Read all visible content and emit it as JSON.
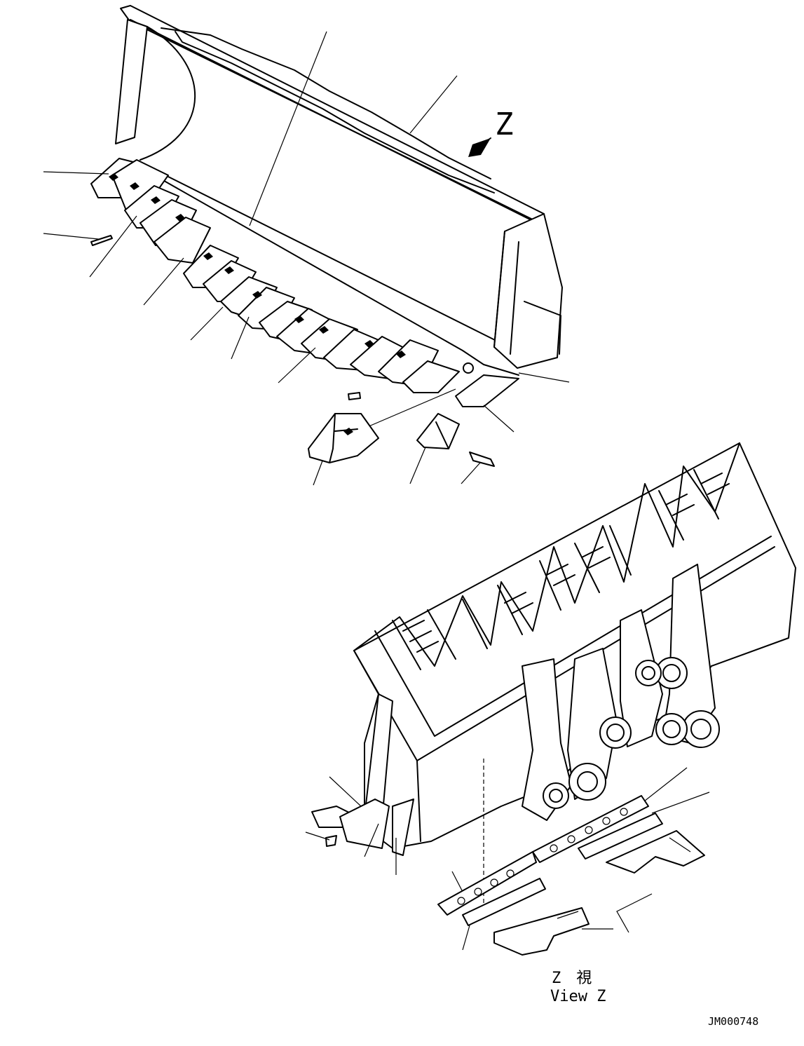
{
  "view_marker": "Z",
  "view_caption_jp": "Z　視",
  "view_caption_en": "View Z",
  "drawing_id": "JM000748"
}
